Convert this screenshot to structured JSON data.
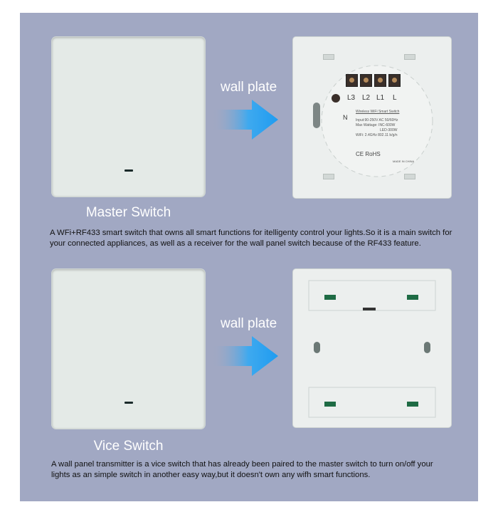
{
  "panels": [
    {
      "wall_label": "wall plate",
      "caption": "Master Switch",
      "description": "A WFi+RF433 smart switch that owns all smart functions for itelligenty control your lights.So it is a main switch for your connected appliances, as well as a receiver for the wall panel switch because of the RF433 feature."
    },
    {
      "wall_label": "wall plate",
      "caption": "Vice Switch",
      "description": "A wall panel transmitter is a vice switch that has already been paired to the master switch to turn on/off your lights as an simple switch in another easy way,but it doesn't own any wifh smart functions."
    }
  ],
  "back_labels": {
    "terminals": [
      "L3",
      "L2",
      "L1",
      "L"
    ],
    "n_label": "N",
    "product_name": "Wireless WiFi Smart Switch",
    "spec_1": "Input:90-250V AC 50/60Hz",
    "spec_2": "Max Wattage: INC-600W",
    "spec_3": "LED-300W",
    "spec_4": "WiFi: 2.4GHz 802.11 b/g/n",
    "marks": "CE RoHS",
    "made_in": "MADE IN CHINA"
  },
  "colors": {
    "panel_bg": "#a1a8c3",
    "arrow": "#2fa3f0",
    "plate": "#e4eae7"
  }
}
